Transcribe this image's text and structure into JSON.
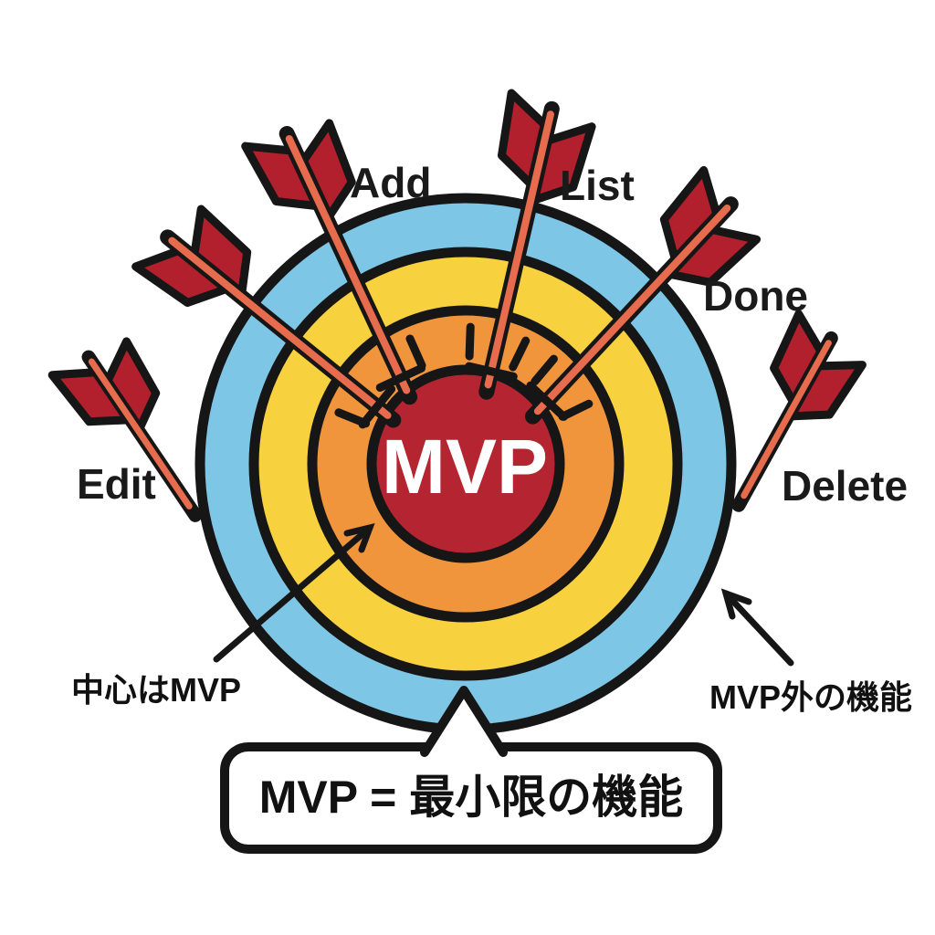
{
  "diagram": {
    "center_label": "MVP",
    "arrow_labels": {
      "add": "Add",
      "list": "List",
      "done": "Done",
      "edit": "Edit",
      "delete": "Delete"
    },
    "annotations": {
      "center_note": "中心はMVP",
      "outside_note": "MVP外の機能"
    },
    "caption": "MVP = 最小限の機能",
    "colors": {
      "background": "#FFFFFF",
      "ring_outer_blue": "#7EC6E5",
      "ring_yellow": "#F8D13E",
      "ring_orange": "#F0953C",
      "bullseye_red": "#B52431",
      "arrow_shaft": "#E66C4D",
      "arrow_fletching": "#B21F2D",
      "outline_black": "#161616",
      "center_text": "#FFFFFF",
      "label_text": "#1A1A1A"
    }
  }
}
